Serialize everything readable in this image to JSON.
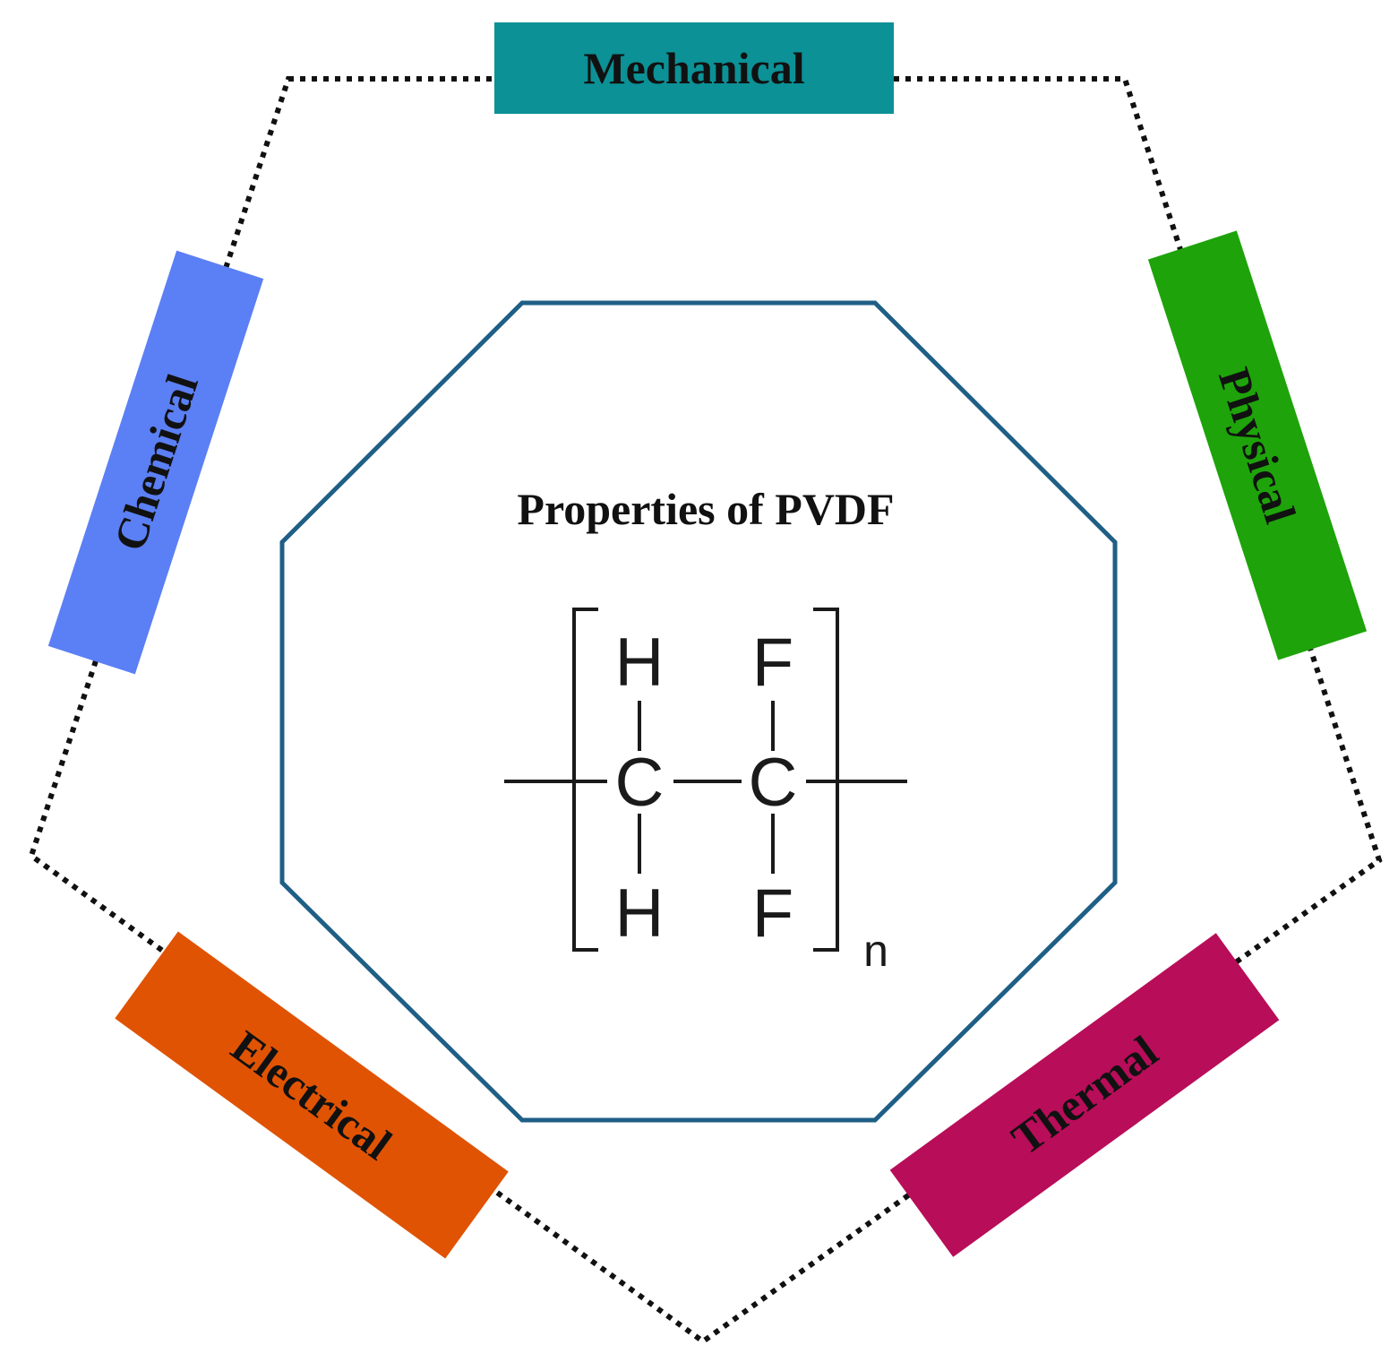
{
  "center": {
    "title": "Properties of PVDF",
    "structure": {
      "top_left_atom": "H",
      "top_right_atom": "F",
      "left_carbon": "C",
      "right_carbon": "C",
      "bottom_left_atom": "H",
      "bottom_right_atom": "F",
      "repeat_subscript": "n"
    }
  },
  "properties": [
    {
      "label": "Mechanical",
      "color": "#0b9196"
    },
    {
      "label": "Physical",
      "color": "#1ea30a"
    },
    {
      "label": "Thermal",
      "color": "#b80d58"
    },
    {
      "label": "Electrical",
      "color": "#e05303"
    },
    {
      "label": "Chemical",
      "color": "#5b7ff4"
    }
  ],
  "colors": {
    "octagon_stroke": "#1f5f86",
    "dotted_outline": "#111111"
  }
}
